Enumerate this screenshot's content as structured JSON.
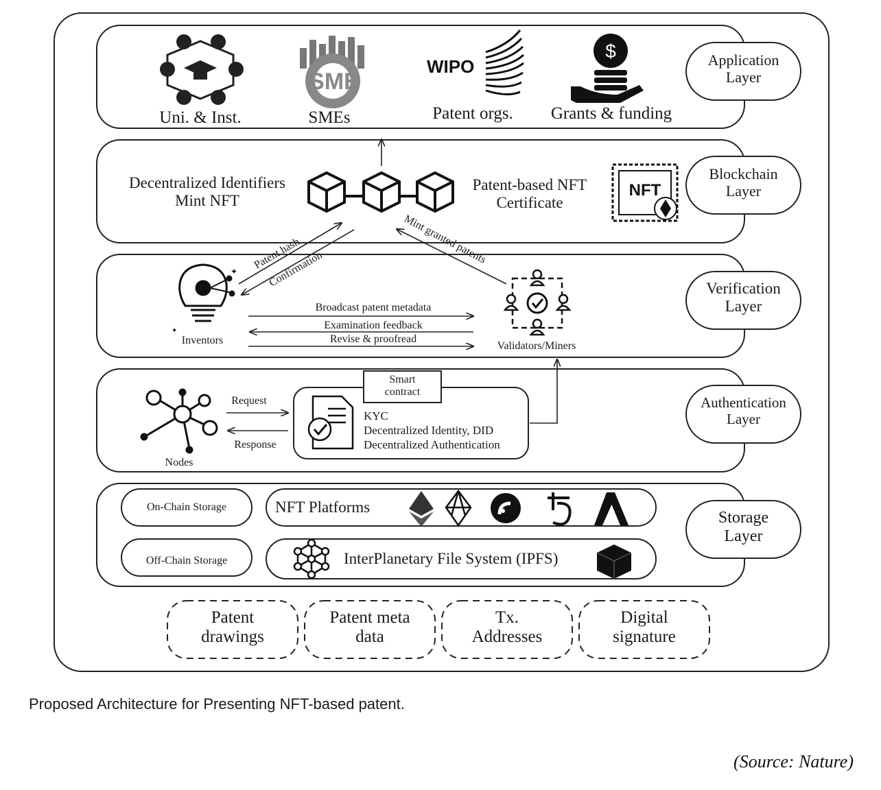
{
  "layers": {
    "application": "Application\nLayer",
    "blockchain": "Blockchain\nLayer",
    "verification": "Verification\nLayer",
    "authentication": "Authentication\nLayer",
    "storage": "Storage\nLayer"
  },
  "application": {
    "uni": "Uni. & Inst.",
    "smes": "SMEs",
    "sme_logo": "SME",
    "wipo_logo": "WIPO",
    "patent_orgs": "Patent orgs.",
    "grants": "Grants & funding",
    "dollar": "$"
  },
  "blockchain": {
    "did_line1": "Decentralized Identifiers",
    "did_line2": "Mint NFT",
    "cert_line1": "Patent-based NFT",
    "cert_line2": "Certificate",
    "nft_stamp": "NFT"
  },
  "verification": {
    "patent_hash": "Patent hash",
    "confirmation": "Confirmation",
    "mint_granted": "Mint granted patents",
    "broadcast": "Broadcast patent metadata",
    "feedback": "Examination feedback",
    "revise": "Revise & proofread",
    "inventors": "Inventors",
    "validators": "Validators/Miners"
  },
  "authentication": {
    "smart_contract_line1": "Smart",
    "smart_contract_line2": "contract",
    "request": "Request",
    "response": "Response",
    "kyc": "KYC",
    "did": "Decentralized Identity, DID",
    "dauth": "Decentralized Authentication",
    "nodes": "Nodes"
  },
  "storage": {
    "on_chain": "On-Chain Storage",
    "off_chain": "Off-Chain Storage",
    "nft_platforms": "NFT Platforms",
    "ipfs": "InterPlanetary File System (IPFS)"
  },
  "data_items": [
    {
      "line1": "Patent",
      "line2": "drawings"
    },
    {
      "line1": "Patent meta",
      "line2": "data"
    },
    {
      "line1": "Tx.",
      "line2": "Addresses"
    },
    {
      "line1": "Digital",
      "line2": "signature"
    }
  ],
  "caption": "Proposed Architecture for Presenting NFT-based patent.",
  "source": "(Source: Nature)"
}
